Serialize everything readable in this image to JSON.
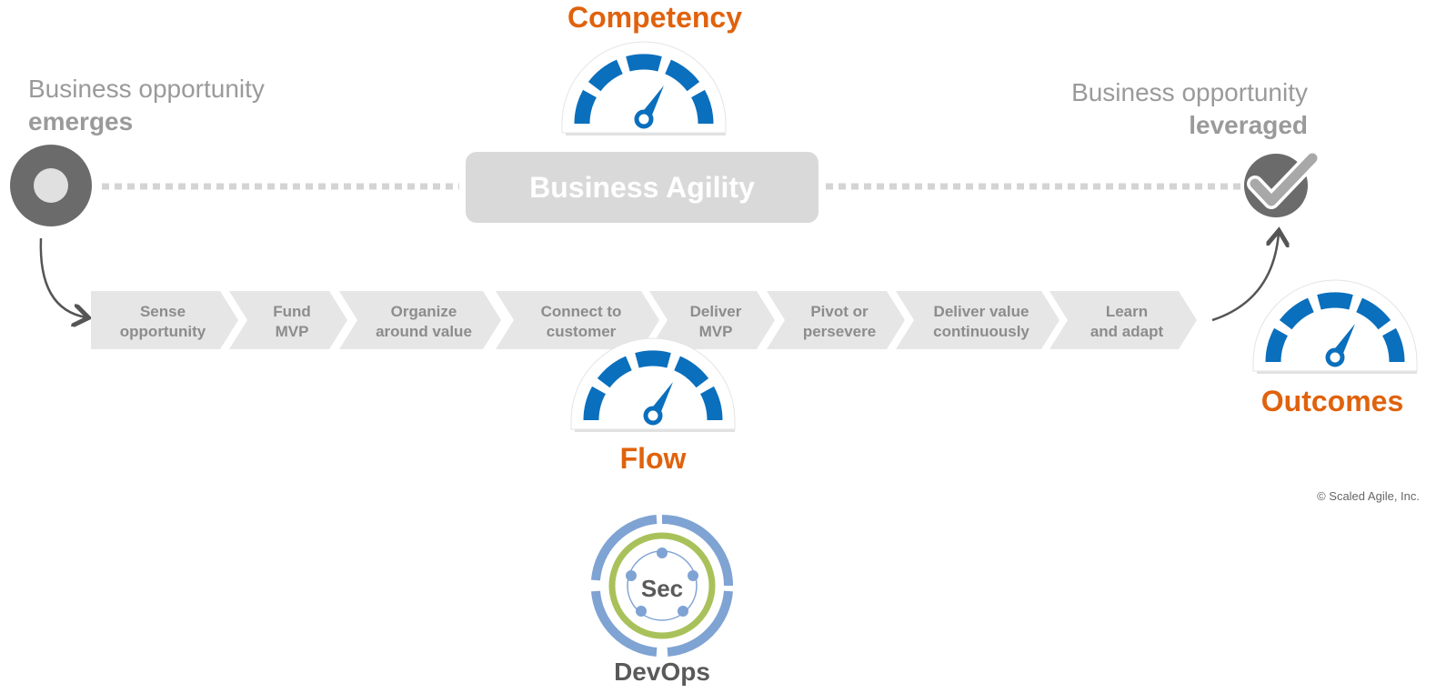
{
  "start": {
    "line1": "Business opportunity",
    "line2": "emerges"
  },
  "end": {
    "line1": "Business opportunity",
    "line2": "leveraged"
  },
  "banner": {
    "label": "Business Agility"
  },
  "steps": [
    {
      "l1": "Sense",
      "l2": "opportunity"
    },
    {
      "l1": "Fund",
      "l2": "MVP"
    },
    {
      "l1": "Organize",
      "l2": "around value"
    },
    {
      "l1": "Connect to",
      "l2": "customer"
    },
    {
      "l1": "Deliver",
      "l2": "MVP"
    },
    {
      "l1": "Pivot or",
      "l2": "persevere"
    },
    {
      "l1": "Deliver value",
      "l2": "continuously"
    },
    {
      "l1": "Learn",
      "l2": "and adapt"
    }
  ],
  "gauges": {
    "competency": "Competency",
    "flow": "Flow",
    "outcomes": "Outcomes"
  },
  "devops": {
    "center": "Sec",
    "label": "DevOps"
  },
  "copyright": "© Scaled Agile, Inc.",
  "colors": {
    "accent": "#e0620d",
    "gauge_blue": "#0a6fbd",
    "step_fill": "#e6e6e6",
    "step_text": "#8c8c8c",
    "dots": "#d4d4d4"
  }
}
